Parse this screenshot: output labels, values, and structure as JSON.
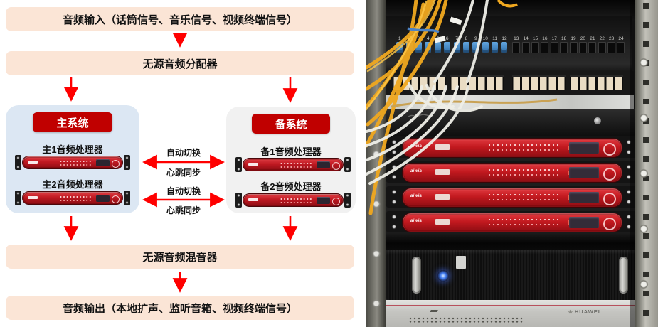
{
  "diagram": {
    "boxes": {
      "input": "音频输入（话筒信号、音乐信号、视频终端信号）",
      "distributor": "无源音频分配器",
      "mixer": "无源音频混音器",
      "output": "音频输出（本地扩声、监听音箱、视频终端信号）"
    },
    "main_system": {
      "title": "主系统",
      "processor1": "主1音频处理器",
      "processor2": "主2音频处理器"
    },
    "backup_system": {
      "title": "备系统",
      "processor1": "备1音频处理器",
      "processor2": "备2音频处理器"
    },
    "links": {
      "auto_switch": "自动切换",
      "heartbeat": "心跳同步"
    },
    "colors": {
      "box_fill": "#FBE5D6",
      "main_group_fill": "#DCE7F3",
      "backup_group_fill": "#F1F1F1",
      "system_badge_red": "#C00000",
      "arrow_red": "#FF0000",
      "device_red": "#C2191F"
    }
  },
  "photo": {
    "fiber_panel": {
      "port_numbers_left": [
        "1",
        "2",
        "3",
        "4",
        "5",
        "6",
        "7",
        "8",
        "9",
        "10",
        "11",
        "12"
      ],
      "port_numbers_right": [
        "13",
        "14",
        "15",
        "16",
        "17",
        "18",
        "19",
        "20",
        "21",
        "22",
        "23",
        "24"
      ],
      "populated_ports": 12
    },
    "rj45_panel": {
      "groups": 4,
      "ports_per_group": 6
    },
    "processor_units": {
      "count": 4,
      "brand_mark": "aiwia"
    },
    "black_device": {
      "power_led_color": "#3f79ee"
    },
    "huawei_device": {
      "brand": "HUAWEI"
    }
  }
}
